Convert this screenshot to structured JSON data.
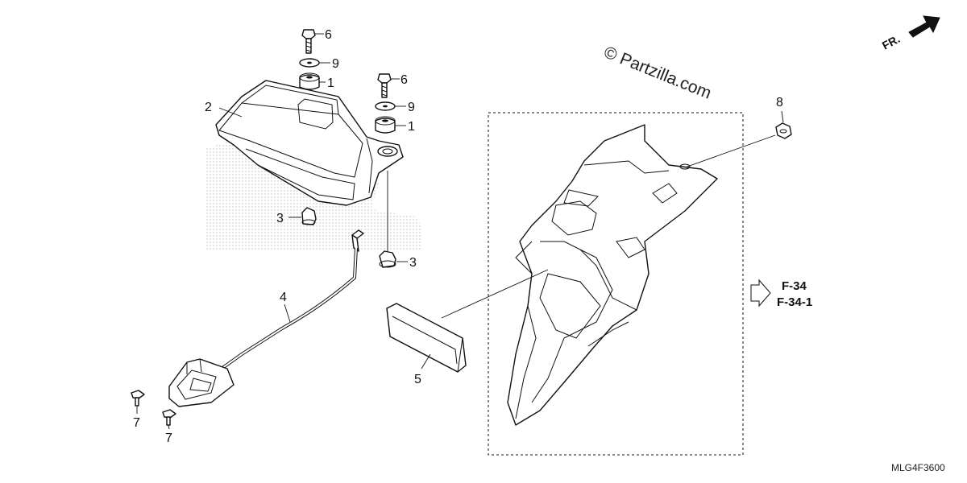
{
  "watermark": "© Partzilla.com",
  "diagram_code": "MLG4F3600",
  "front_indicator": "FR.",
  "reference_pages": [
    "F-34",
    "F-34-1"
  ],
  "callouts": {
    "c1a": "1",
    "c1b": "1",
    "c2": "2",
    "c3a": "3",
    "c3b": "3",
    "c4": "4",
    "c5": "5",
    "c6a": "6",
    "c6b": "6",
    "c7a": "7",
    "c7b": "7",
    "c8": "8",
    "c9a": "9",
    "c9b": "9"
  }
}
